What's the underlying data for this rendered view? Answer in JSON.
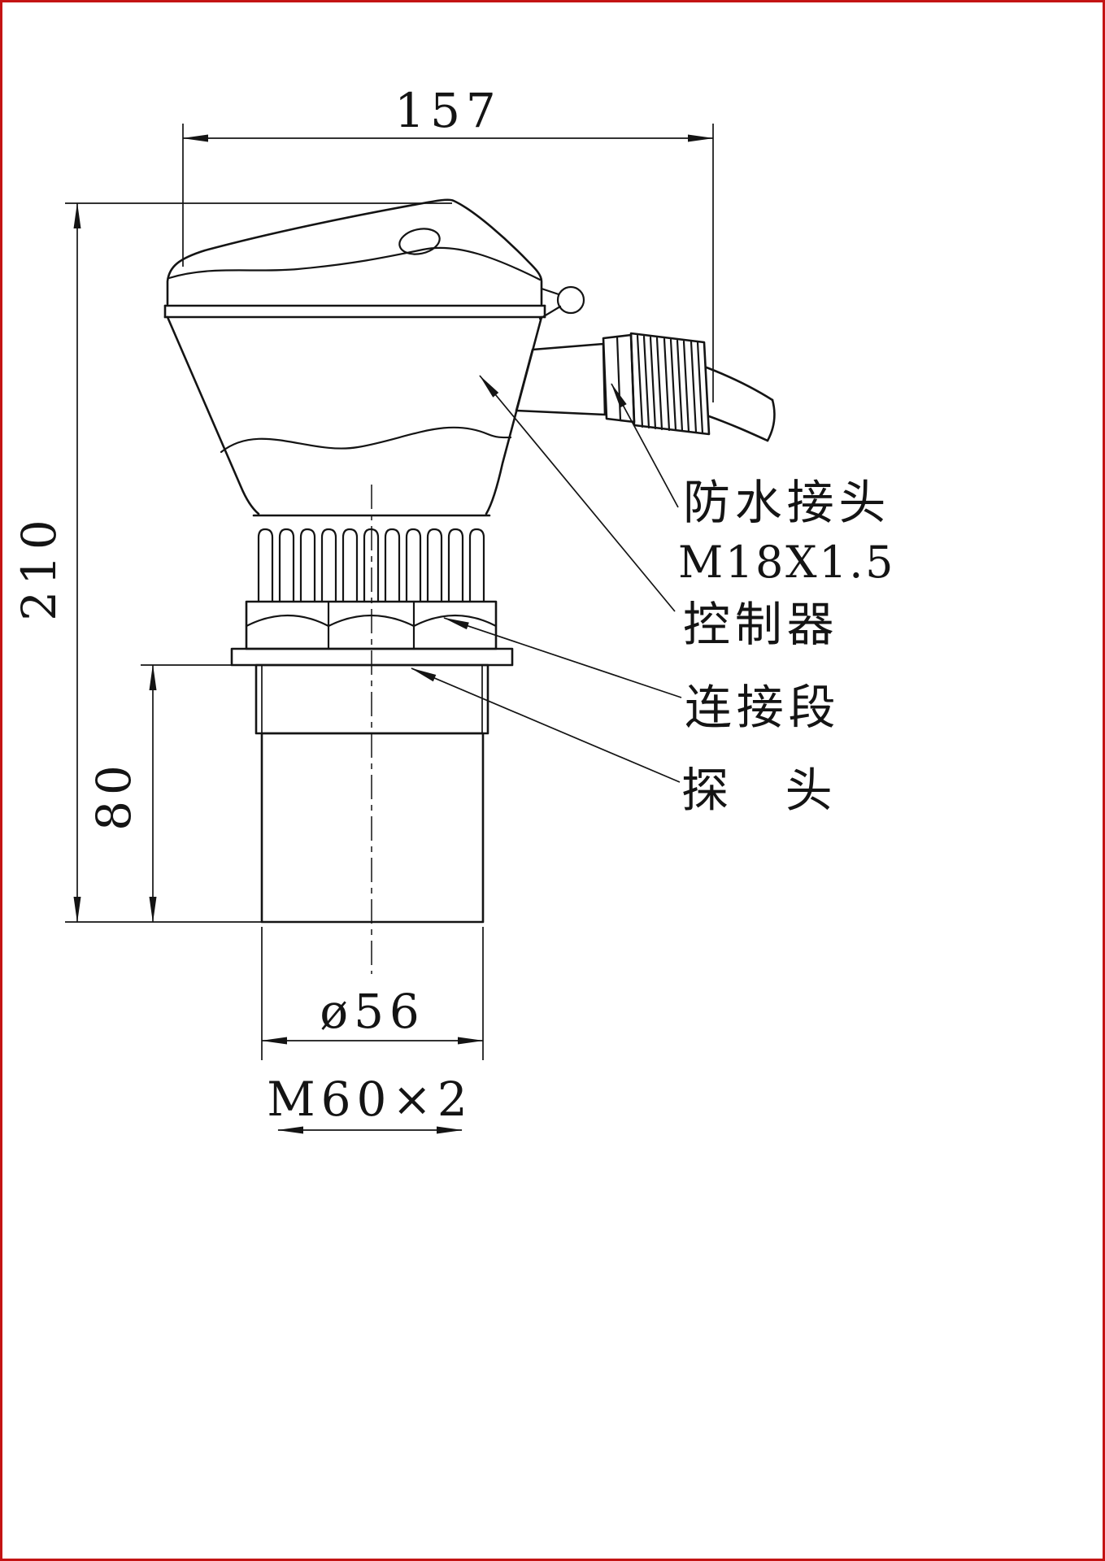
{
  "page": {
    "background": "#ffffff",
    "frame_color": "#c41414",
    "line_color": "#141414"
  },
  "dimensions": {
    "overall_width": "157",
    "overall_height": "210",
    "probe_section_height": "80",
    "probe_diameter": "ø56",
    "mount_thread": "M60×2"
  },
  "labels": {
    "waterproof_connector": "防水接头",
    "connector_thread_spec": "M18X1.5",
    "controller": "控制器",
    "connection_section": "连接段",
    "probe": "探　头"
  }
}
